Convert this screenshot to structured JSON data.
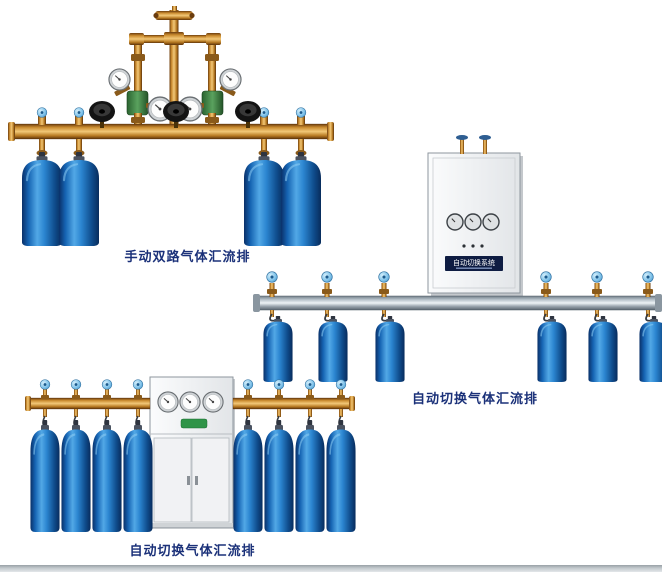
{
  "products": [
    {
      "name": "manual-dual-manifold",
      "caption": "手动双路气体汇流排"
    },
    {
      "name": "auto-switch-manifold-wall",
      "caption": "自动切换气体汇流排",
      "cabinet_label": "自动切换系统"
    },
    {
      "name": "auto-switch-manifold-cabinet",
      "caption": "自动切换气体汇流排"
    }
  ],
  "colors": {
    "caption_text": "#1b3179",
    "cylinder_blue": "#1f6cc0",
    "brass_pipe": "#c98a2e",
    "silver_pipe": "#b4bfc8",
    "regulator_green": "#4a8c52",
    "knob_blue": "#7cc0e8",
    "cabinet_white": "#f2f3f5"
  }
}
